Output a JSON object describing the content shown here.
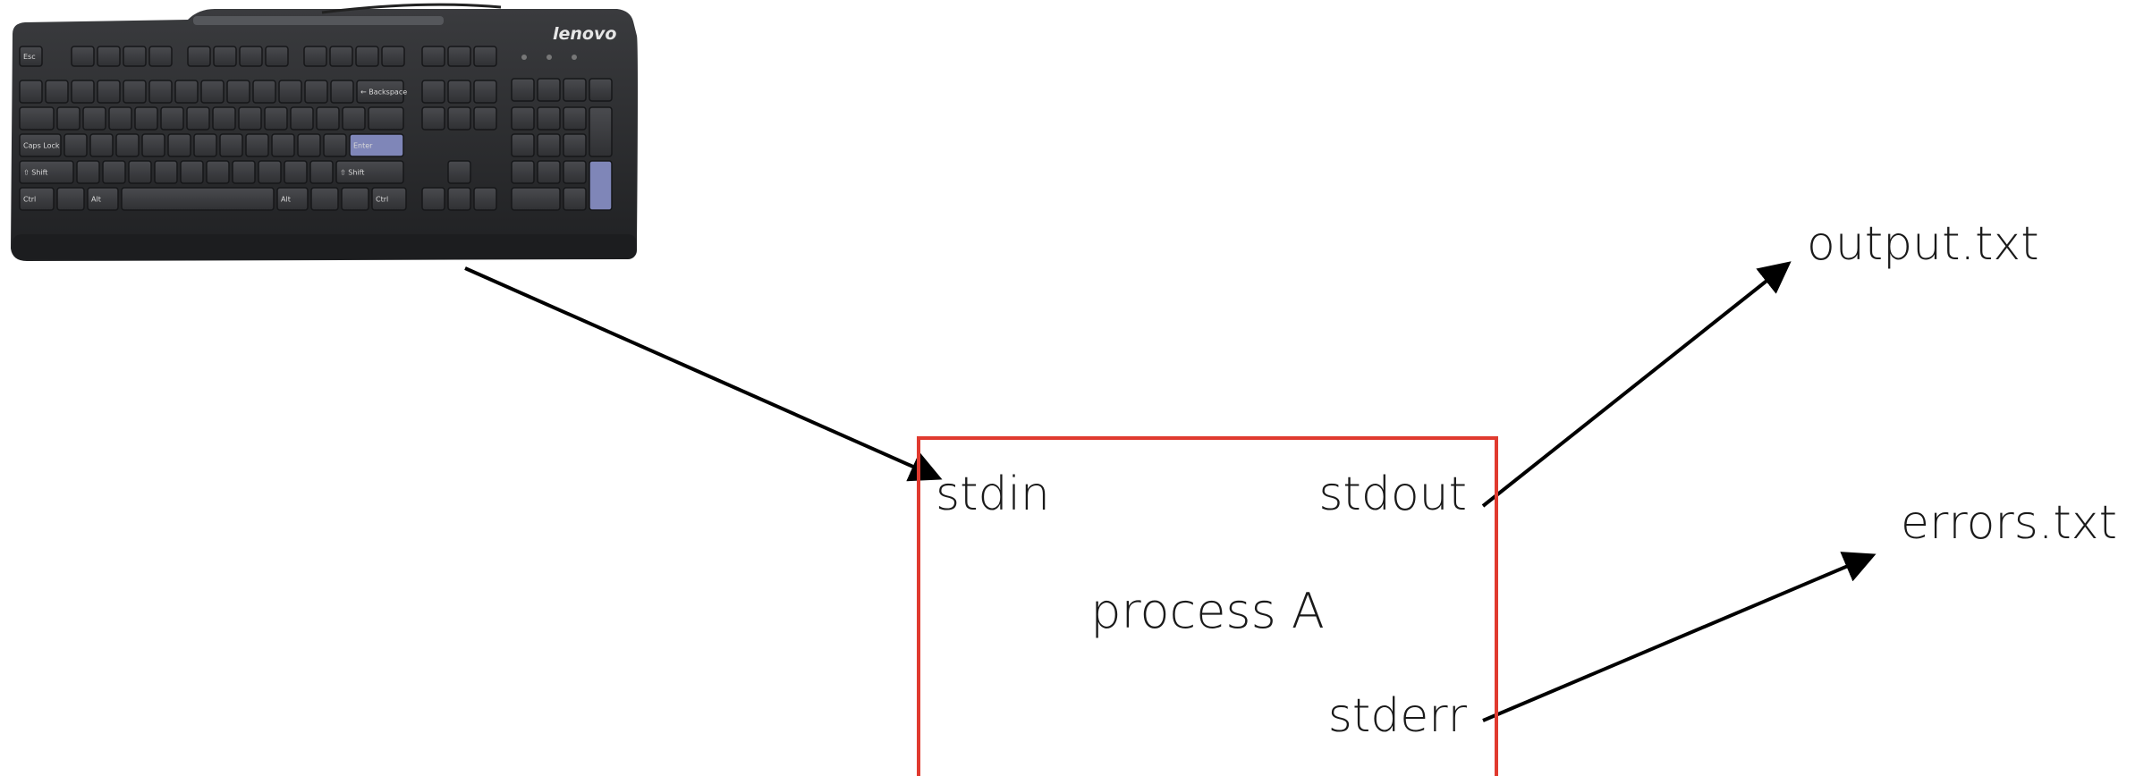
{
  "diagram": {
    "keyboard": {
      "brand": "lenovo",
      "key_labels": {
        "esc": "Esc",
        "backspace": "← Backspace",
        "caps": "Caps Lock",
        "shift_left": "⇧ Shift",
        "shift_right": "⇧ Shift",
        "enter": "Enter",
        "ctrl_left": "Ctrl",
        "ctrl_right": "Ctrl",
        "alt_left": "Alt",
        "alt_right": "Alt"
      }
    },
    "process": {
      "label": "process A",
      "stdin": "stdin",
      "stdout": "stdout",
      "stderr": "stderr"
    },
    "outputs": {
      "stdout_target": "output.txt",
      "stderr_target": "errors.txt"
    },
    "colors": {
      "process_border": "#e03a2f",
      "arrow": "#000000",
      "keyboard_body": "#2b2c2e",
      "key": "#3a3b3e",
      "accent_key": "#7f86b8"
    }
  }
}
